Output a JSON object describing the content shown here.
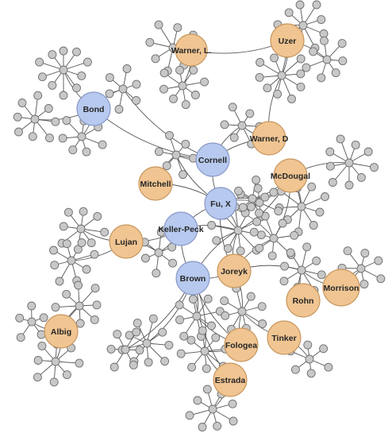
{
  "colors": {
    "blue_fill": "#b7c9ee",
    "blue_stroke": "#8798c8",
    "orange_fill": "#f0c592",
    "orange_stroke": "#c7965e",
    "leaf_fill": "#c8c8c8",
    "leaf_stroke": "#6e6e6e",
    "edge": "#555555"
  },
  "hubs": [
    {
      "id": "warner-l",
      "label": "Warner, L.",
      "group": "orange"
    },
    {
      "id": "uzer",
      "label": "Uzer",
      "group": "orange"
    },
    {
      "id": "bond",
      "label": "Bond",
      "group": "blue"
    },
    {
      "id": "warner-d",
      "label": "Warner, D",
      "group": "orange"
    },
    {
      "id": "cornell",
      "label": "Cornell",
      "group": "blue"
    },
    {
      "id": "mcdougal",
      "label": "McDougal",
      "group": "orange"
    },
    {
      "id": "mitchell",
      "label": "Mitchell",
      "group": "orange"
    },
    {
      "id": "fu-x",
      "label": "Fu, X",
      "group": "blue"
    },
    {
      "id": "keller-peck",
      "label": "Keller-Peck",
      "group": "blue"
    },
    {
      "id": "lujan",
      "label": "Lujan",
      "group": "orange"
    },
    {
      "id": "brown",
      "label": "Brown",
      "group": "blue"
    },
    {
      "id": "joreyk",
      "label": "Joreyk",
      "group": "orange"
    },
    {
      "id": "morrison",
      "label": "Morrison",
      "group": "orange"
    },
    {
      "id": "rohn",
      "label": "Rohn",
      "group": "orange"
    },
    {
      "id": "albig",
      "label": "Albig",
      "group": "orange"
    },
    {
      "id": "tinker",
      "label": "Tinker",
      "group": "orange"
    },
    {
      "id": "fologea",
      "label": "Fologea",
      "group": "orange"
    },
    {
      "id": "estrada",
      "label": "Estrada",
      "group": "orange"
    }
  ]
}
